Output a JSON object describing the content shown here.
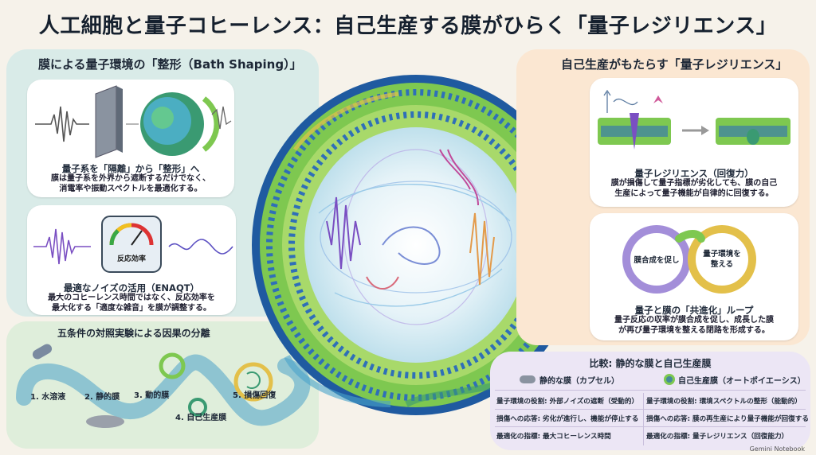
{
  "title": "人工細胞と量子コヒーレンス：自己生産する膜がひらく「量子レジリエンス」",
  "left_panel": {
    "heading": "膜による量子環境の「整形（Bath Shaping）」",
    "card1": {
      "title": "量子系を「隔離」から「整形」へ",
      "body_line1": "膜は量子系を外界から遮断するだけでなく、",
      "body_line2": "消電率や振動スペクトルを最適化する。"
    },
    "card2": {
      "gauge_label": "反応効率",
      "title": "最適なノイズの活用（ENAQT）",
      "body_line1": "最大のコヒーレンス時間ではなく、反応効率を",
      "body_line2": "最大化する「適度な雑音」を膜が調整する。"
    }
  },
  "right_panel": {
    "heading": "自己生産がもたらす「量子レジリエンス」",
    "card1": {
      "title": "量子レジリエンス（回復力）",
      "body_line1": "膜が損傷して量子指標が劣化しても、膜の自己",
      "body_line2": "生産によって量子機能が自律的に回復する。"
    },
    "card2": {
      "loop_left": "膜合成を促し",
      "loop_right_line1": "量子環境を",
      "loop_right_line2": "整える",
      "title": "量子と膜の「共進化」ループ",
      "body_line1": "量子反応の収率が膜合成を促し、成長した膜",
      "body_line2": "が再び量子環境を整える閉路を形成する。"
    }
  },
  "bottom_left": {
    "heading": "五条件の対照実験による因果の分離",
    "steps": [
      "1. 水溶液",
      "2. 静的膜",
      "3. 動的膜",
      "4. 自己生産膜",
      "5. 損傷回復"
    ]
  },
  "comparison": {
    "heading": "比較: 静的な膜と自己生産膜",
    "static": {
      "title": "静的な膜（カプセル）",
      "rows": [
        "量子環境の役割: 外部ノイズの遮断（受動的）",
        "損傷への応答: 劣化が進行し、機能が停止する",
        "最適化の指標: 最大コヒーレンス時間"
      ]
    },
    "auto": {
      "title": "自己生産膜（オートポイエーシス）",
      "rows": [
        "量子環境の役割: 環境スペクトルの整形（能動的）",
        "損傷への応答: 膜の再生産により量子機能が回復する",
        "最適化の指標: 量子レジリエンス（回復能力）"
      ]
    }
  },
  "footer": "Gemini Notebook",
  "colors": {
    "left_panel": "#d9ebe8",
    "right_panel": "#fbe7d2",
    "bottom_left": "#dfeedb",
    "comparison": "#ece6f5",
    "membrane_green": "#7ec850",
    "membrane_blue": "#2f6fb8",
    "wave_purple": "#7a4fc2",
    "wave_orange": "#e39a4a"
  }
}
